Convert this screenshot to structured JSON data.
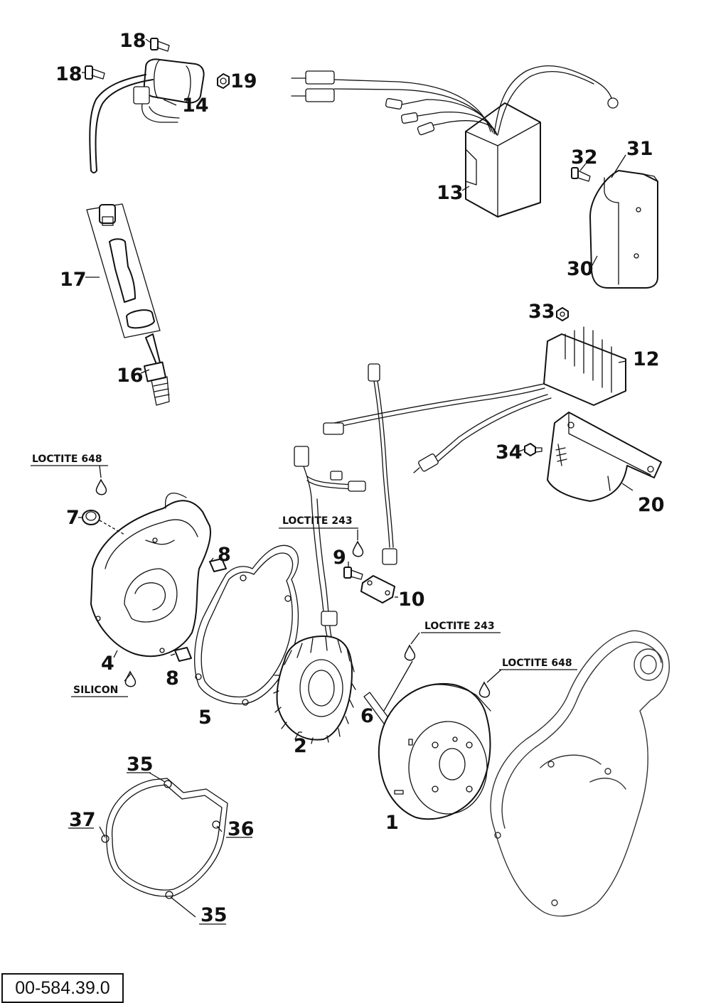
{
  "drawing_code": "00-584.39.0",
  "part_numbers": [
    "1",
    "2",
    "4",
    "5",
    "6",
    "7",
    "8",
    "8",
    "9",
    "10",
    "12",
    "13",
    "14",
    "16",
    "17",
    "18",
    "18",
    "19",
    "20",
    "30",
    "31",
    "32",
    "33",
    "34",
    "35",
    "35",
    "36",
    "37"
  ],
  "notes": {
    "loctite_648": "LOCTITE 648",
    "loctite_243": "LOCTITE 243",
    "silicon": "SILICON"
  },
  "labels": {
    "p1": "1",
    "p2": "2",
    "p4": "4",
    "p5": "5",
    "p6": "6",
    "p7": "7",
    "p8a": "8",
    "p8b": "8",
    "p9": "9",
    "p10": "10",
    "p12": "12",
    "p13": "13",
    "p14": "14",
    "p16": "16",
    "p17": "17",
    "p18a": "18",
    "p18b": "18",
    "p19": "19",
    "p20": "20",
    "p30": "30",
    "p31": "31",
    "p32": "32",
    "p33": "33",
    "p34": "34",
    "p35a": "35",
    "p35b": "35",
    "p36": "36",
    "p37": "37"
  }
}
